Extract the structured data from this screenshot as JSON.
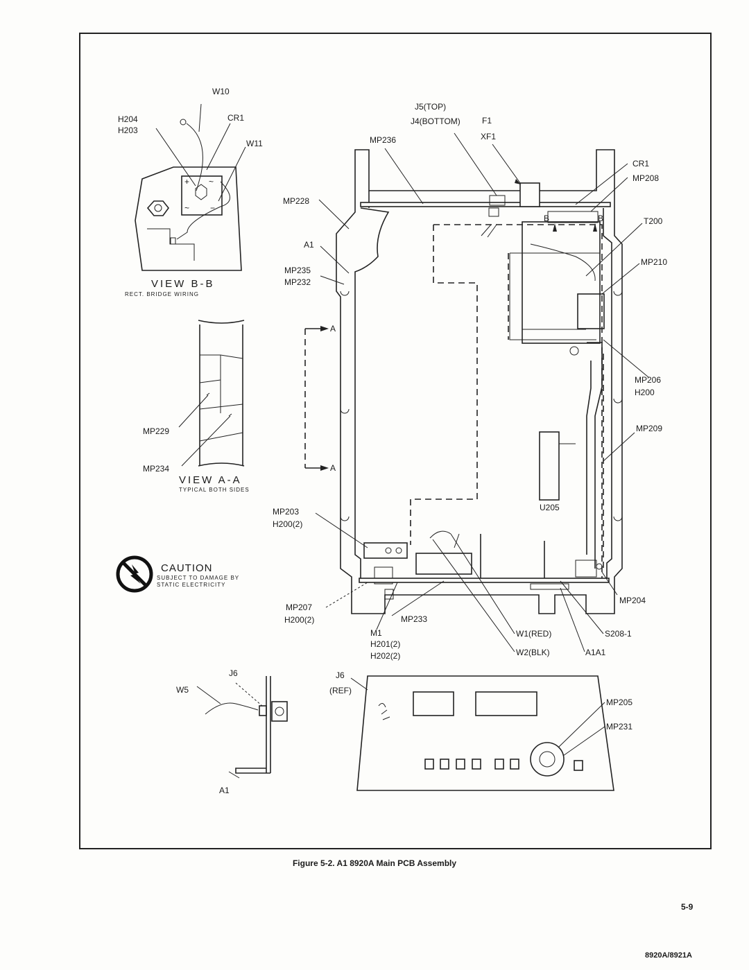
{
  "figure": {
    "caption": "Figure 5-2. A1 8920A Main PCB Assembly",
    "page_number": "5-9",
    "model": "8920A/8921A"
  },
  "view_bb": {
    "title": "VIEW B-B",
    "subtitle": "RECT. BRIDGE WIRING",
    "labels": {
      "w10": "W10",
      "h204": "H204",
      "h203": "H203",
      "cr1": "CR1",
      "w11": "W11"
    }
  },
  "view_aa": {
    "title": "VIEW A-A",
    "subtitle": "TYPICAL BOTH SIDES",
    "labels": {
      "mp229": "MP229",
      "mp234": "MP234"
    }
  },
  "caution": {
    "title": "CAUTION",
    "line1": "SUBJECT TO DAMAGE BY",
    "line2": "STATIC ELECTRICITY"
  },
  "main_assembly": {
    "labels": {
      "j5": "J5(TOP)",
      "j4": "J4(BOTTOM)",
      "f1": "F1",
      "xf1": "XF1",
      "mp236": "MP236",
      "mp228": "MP228",
      "a1": "A1",
      "mp235": "MP235",
      "mp232": "MP232",
      "cr1": "CR1",
      "mp208": "MP208",
      "t200": "T200",
      "mp210": "MP210",
      "mp206": "MP206",
      "h200": "H200",
      "mp209": "MP209",
      "section_a_top": "A",
      "section_a_bottom": "A",
      "section_b_left": "B",
      "section_b_right": "B",
      "u205": "U205",
      "mp203": "MP203",
      "h200_2a": "H200(2)",
      "mp207": "MP207",
      "h200_2b": "H200(2)",
      "mp233": "MP233",
      "m1": "M1",
      "h201": "H201(2)",
      "h202": "H202(2)",
      "w1": "W1(RED)",
      "w2": "W2(BLK)",
      "s208": "S208-1",
      "a1a1": "A1A1",
      "mp204": "MP204"
    }
  },
  "bottom_views": {
    "labels": {
      "j6": "J6",
      "w5": "W5",
      "a1": "A1",
      "j6_ref": "J6",
      "ref": "(REF)",
      "mp205": "MP205",
      "mp231": "MP231"
    }
  }
}
